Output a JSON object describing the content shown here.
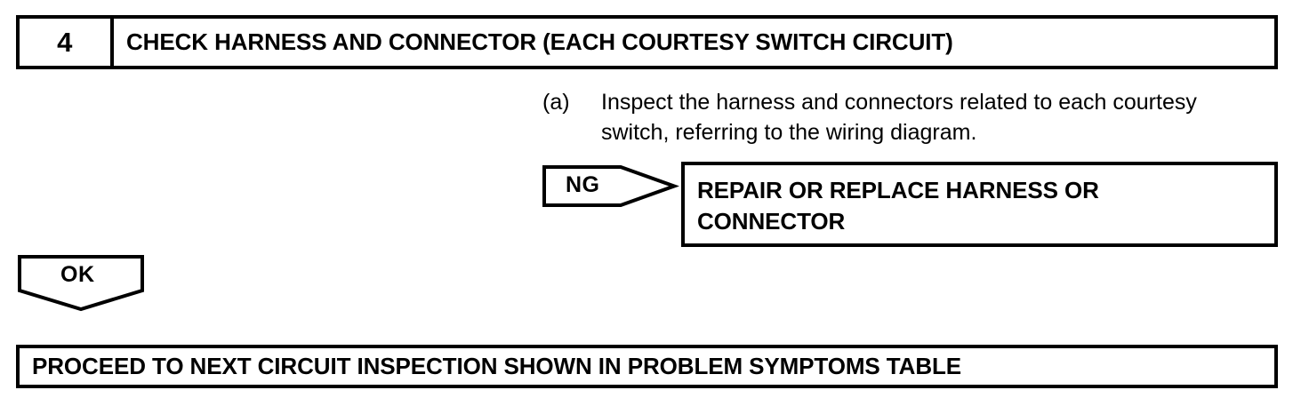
{
  "step": {
    "number": "4",
    "title": "CHECK HARNESS AND CONNECTOR (EACH COURTESY SWITCH CIRCUIT)"
  },
  "instruction": {
    "marker": "(a)",
    "text": "Inspect the harness and connectors related to each courtesy switch, referring to the wiring diagram."
  },
  "branches": {
    "ng": {
      "label": "NG",
      "outcome": "REPAIR OR REPLACE HARNESS OR CONNECTOR"
    },
    "ok": {
      "label": "OK",
      "outcome": "PROCEED TO NEXT CIRCUIT INSPECTION SHOWN IN PROBLEM SYMPTOMS TABLE"
    }
  },
  "colors": {
    "ink": "#000000",
    "paper": "#ffffff"
  }
}
